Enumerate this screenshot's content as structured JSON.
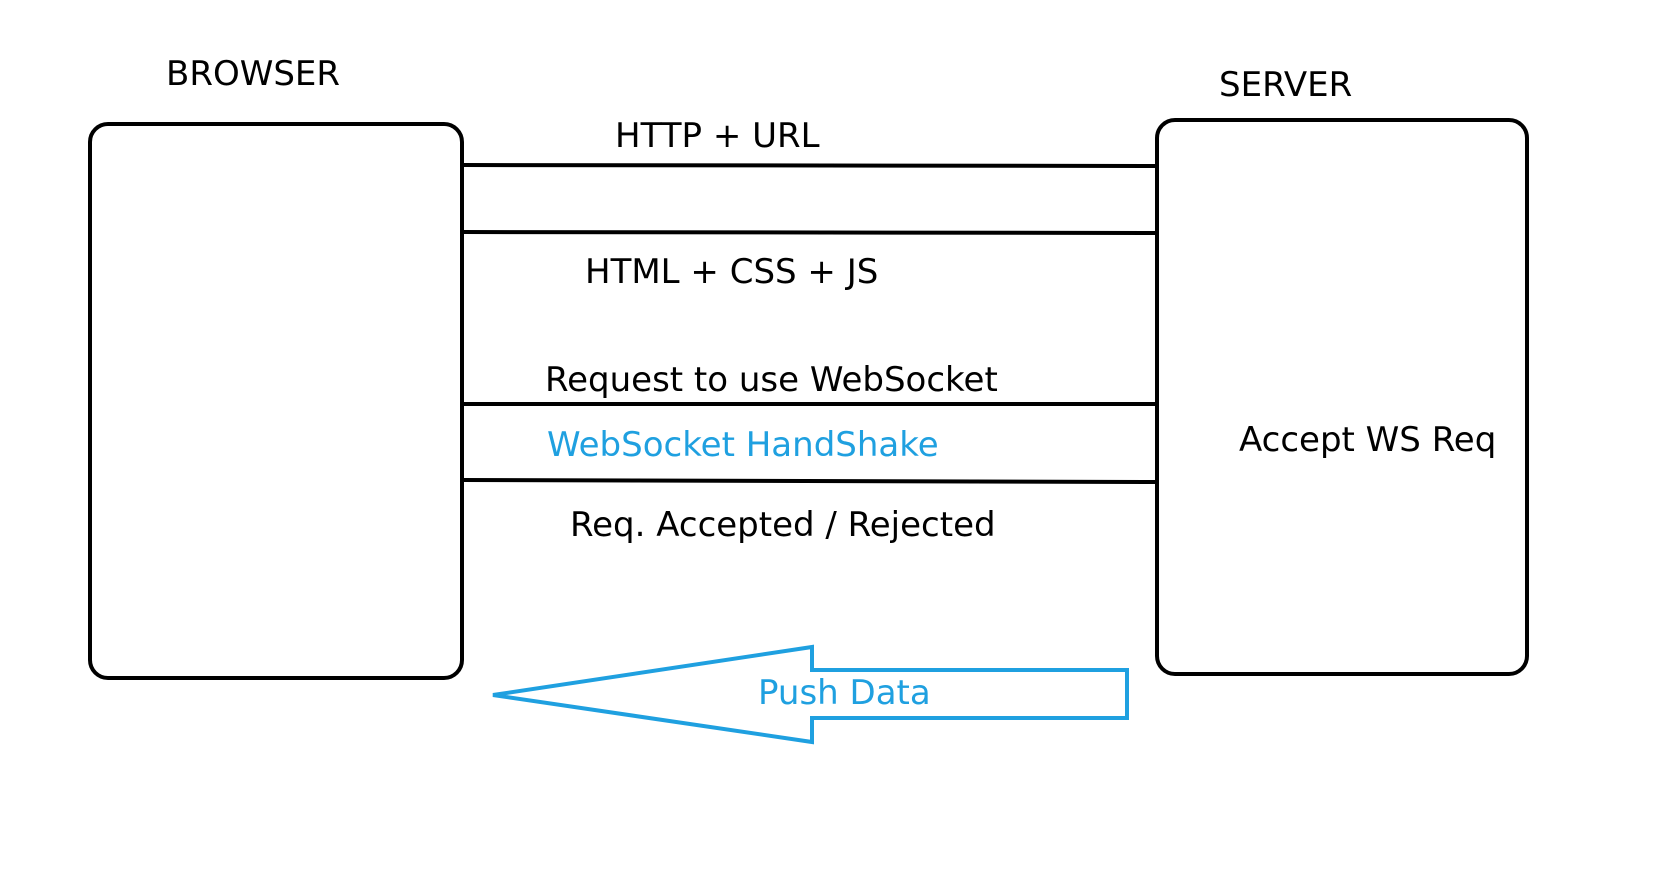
{
  "colors": {
    "line": "#000000",
    "accent": "#1fa0e0",
    "background": "#ffffff"
  },
  "nodes": {
    "browser": {
      "label": "BROWSER"
    },
    "server": {
      "label": "SERVER",
      "note": "Accept WS Req"
    }
  },
  "messages": {
    "http_request": "HTTP + URL",
    "http_response": "HTML + CSS + JS",
    "ws_request": "Request to use WebSocket",
    "ws_handshake": "WebSocket HandShake",
    "ws_response": "Req. Accepted / Rejected"
  },
  "push_arrow": {
    "label": "Push Data",
    "direction": "server-to-browser",
    "color": "#1fa0e0"
  }
}
